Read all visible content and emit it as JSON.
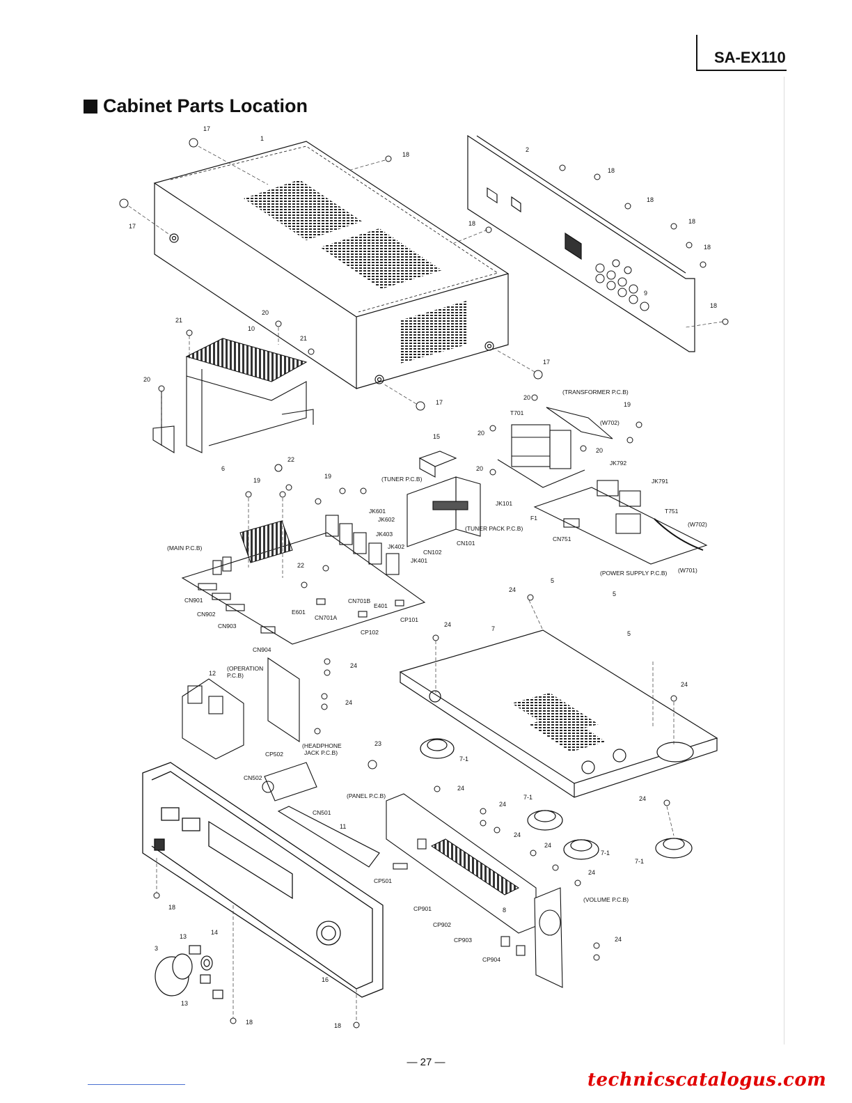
{
  "header": {
    "model": "SA-EX110"
  },
  "title": {
    "text": "Cabinet Parts Location"
  },
  "footer": {
    "page_number": "— 27 —",
    "watermark": "technicscatalogus.com"
  },
  "labels": {
    "transformer_pcb": "(TRANSFORMER P.C.B)",
    "w702_top": "(W702)",
    "t701": "T701",
    "tuner_pcb": "(TUNER P.C.B)",
    "tuner_pack_pcb": "(TUNER PACK P.C.B)",
    "jk101": "JK101",
    "cn101": "CN101",
    "cn102": "CN102",
    "jk792": "JK792",
    "jk791": "JK791",
    "t751": "T751",
    "w702_bottom": "(W702)",
    "f1": "F1",
    "cn751": "CN751",
    "power_supply_pcb": "(POWER SUPPLY P.C.B)",
    "w701": "(W701)",
    "main_pcb": "(MAIN P.C.B)",
    "jk601": "JK601",
    "jk602": "JK602",
    "jk403": "JK403",
    "jk402": "JK402",
    "jk401": "JK401",
    "cn901": "CN901",
    "cn902": "CN902",
    "cn903": "CN903",
    "cn904": "CN904",
    "e601": "E601",
    "cn701a": "CN701A",
    "cn701b": "CN701B",
    "e401": "E401",
    "cp101": "CP101",
    "cp102": "CP102",
    "operation_pcb_1": "(OPERATION",
    "operation_pcb_2": "P.C.B)",
    "headphone_pcb_1": "(HEADPHONE",
    "headphone_pcb_2": "JACK P.C.B)",
    "cp502": "CP502",
    "cn502": "CN502",
    "cn501": "CN501",
    "panel_pcb": "(PANEL P.C.B)",
    "cp501": "CP501",
    "cp901": "CP901",
    "cp902": "CP902",
    "cp903": "CP903",
    "cp904": "CP904",
    "volume_pcb": "(VOLUME P.C.B)"
  },
  "part_numbers": {
    "p1": "1",
    "p2": "2",
    "p3": "3",
    "p5": "5",
    "p6": "6",
    "p7": "7",
    "p7_1": "7-1",
    "p8": "8",
    "p9": "9",
    "p10": "10",
    "p11": "11",
    "p12": "12",
    "p13": "13",
    "p14": "14",
    "p15": "15",
    "p16": "16",
    "p17": "17",
    "p18": "18",
    "p19": "19",
    "p20": "20",
    "p21": "21",
    "p22": "22",
    "p23": "23",
    "p24": "24"
  }
}
